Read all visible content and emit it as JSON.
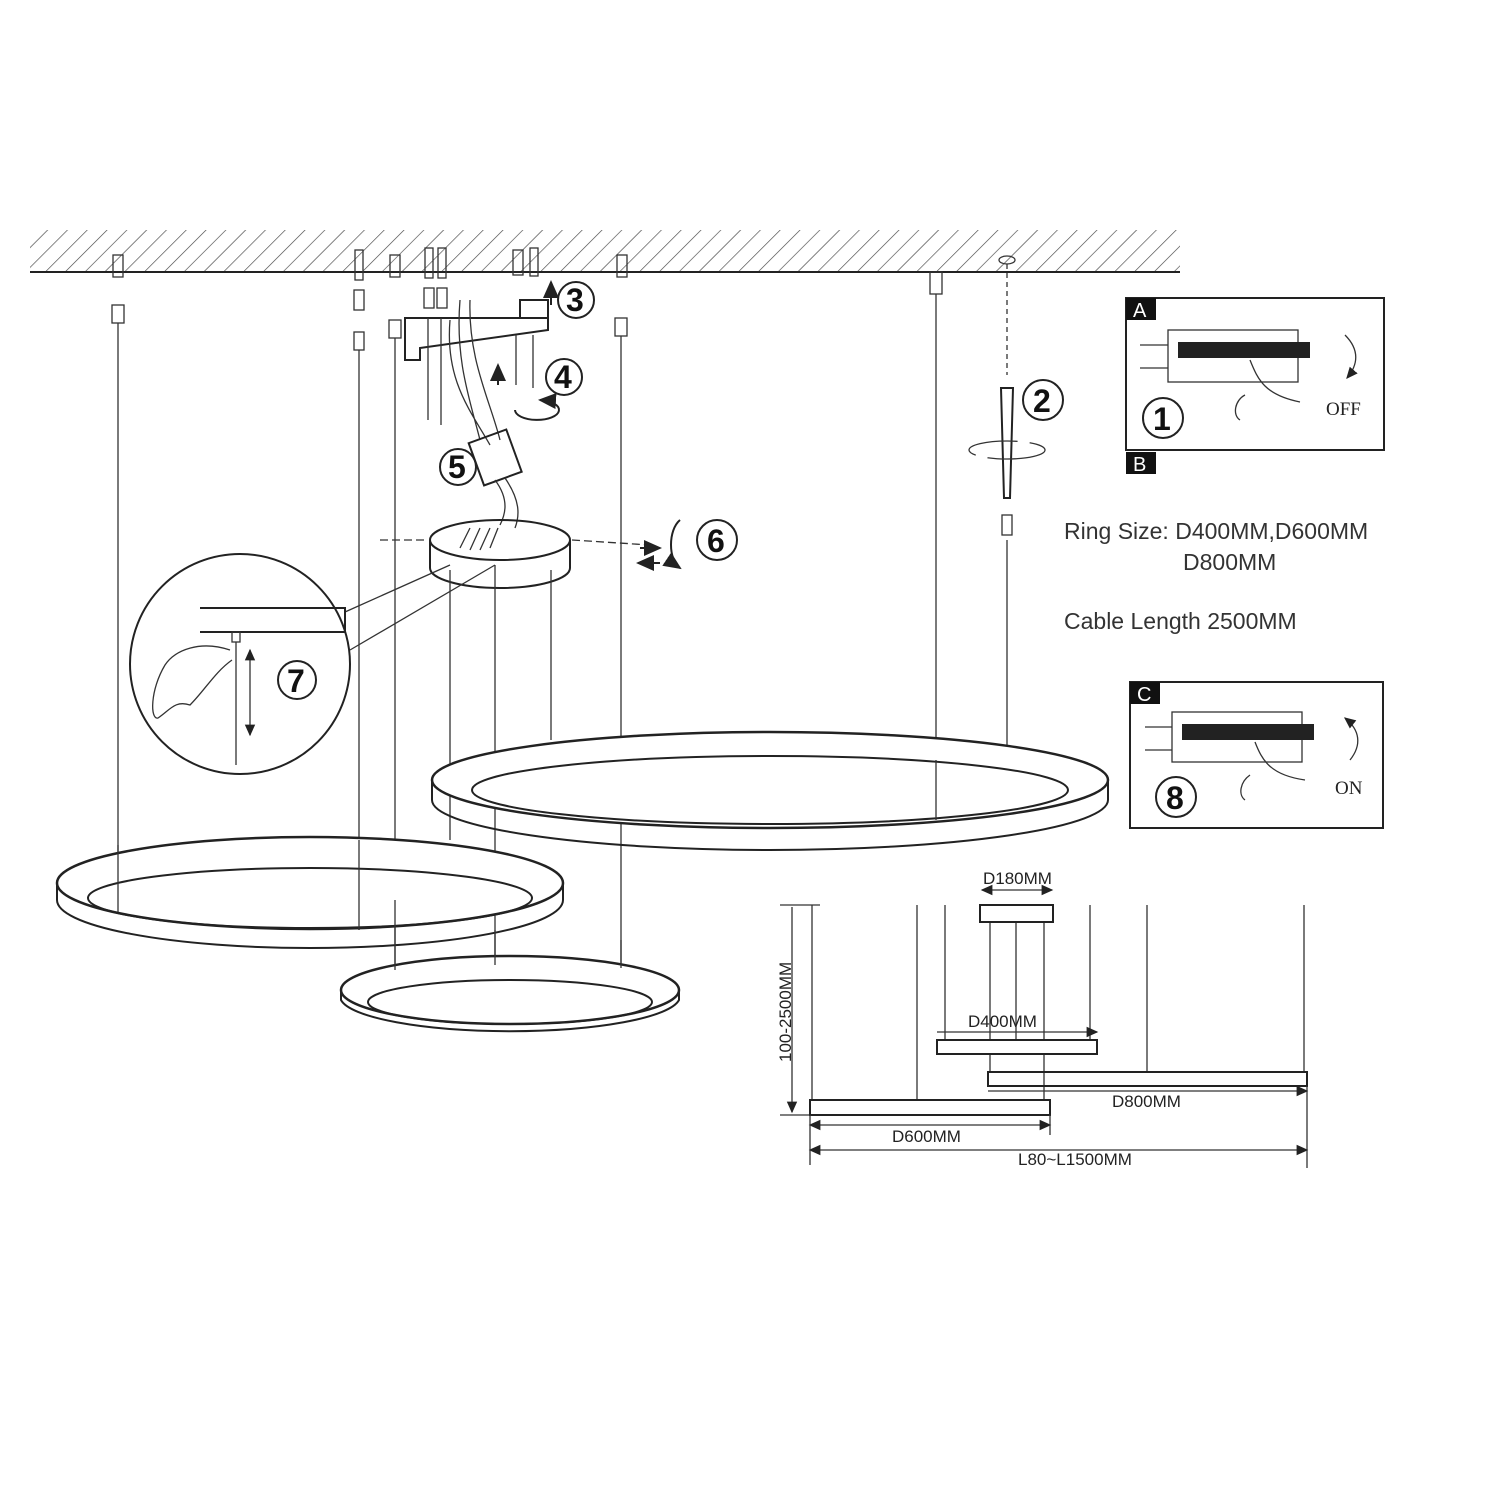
{
  "steps": [
    "1",
    "2",
    "3",
    "4",
    "5",
    "6",
    "7",
    "8"
  ],
  "panels": {
    "a_label": "A",
    "b_label": "B",
    "c_label": "C",
    "off_label": "OFF",
    "on_label": "ON"
  },
  "info": {
    "ring_size_line1": "Ring Size: D400MM,D600MM",
    "ring_size_line2": "D800MM",
    "cable_length": "Cable Length 2500MM"
  },
  "dimensions": {
    "canopy": "D180MM",
    "height": "100-2500MM",
    "ring_small": "D400MM",
    "ring_large": "D800MM",
    "ring_medium": "D600MM",
    "total_length": "L80~L1500MM"
  },
  "colors": {
    "line": "#222222",
    "label_box": "#111111"
  }
}
